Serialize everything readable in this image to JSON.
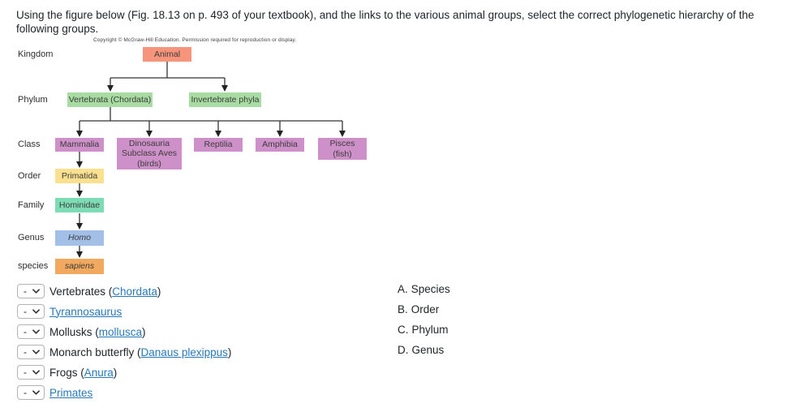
{
  "header": {
    "prompt_line1": "Using the figure below (Fig. 18.13 on p. 493 of your textbook), and the links to the various animal groups, select the correct phylogenetic hierarchy of the",
    "prompt_line2": "following groups."
  },
  "figure": {
    "copyright": "Copyright © McGraw-Hill Education. Permission required for reproduction or display.",
    "ranks": [
      "Kingdom",
      "Phylum",
      "Class",
      "Order",
      "Family",
      "Genus",
      "species"
    ],
    "nodes": {
      "animal": {
        "label": "Animal",
        "color": "#F6957B"
      },
      "vertebrata": {
        "label": "Vertebrata (Chordata)",
        "color": "#A8DCA2"
      },
      "invertebrate": {
        "label": "Invertebrate phyla",
        "color": "#A8DCA2"
      },
      "mammalia": {
        "label": "Mammalia",
        "color": "#CE90C8"
      },
      "dinosauria": {
        "line1": "Dinosauria",
        "line2": "Subclass Aves",
        "line3": "(birds)",
        "color": "#CE90C8"
      },
      "reptilia": {
        "label": "Reptilia",
        "color": "#CE90C8"
      },
      "amphibia": {
        "label": "Amphibia",
        "color": "#CE90C8"
      },
      "pisces": {
        "line1": "Pisces",
        "line2": "(fish)",
        "color": "#CE90C8"
      },
      "primatida": {
        "label": "Primatida",
        "color": "#FBE18F"
      },
      "hominidae": {
        "label": "Hominidae",
        "color": "#7EDCB4"
      },
      "homo": {
        "label": "Homo",
        "color": "#A2BFE8"
      },
      "sapiens": {
        "label": "sapiens",
        "color": "#F0A95E"
      }
    }
  },
  "questions": [
    {
      "selected": "-",
      "prefix": "Vertebrates (",
      "link": "Chordata",
      "suffix": ")"
    },
    {
      "selected": "-",
      "prefix": "",
      "link": "Tyrannosaurus",
      "suffix": ""
    },
    {
      "selected": "-",
      "prefix": "Mollusks (",
      "link": "mollusca",
      "suffix": ")"
    },
    {
      "selected": "-",
      "prefix": "Monarch butterfly (",
      "link": "Danaus plexippus",
      "suffix": ")"
    },
    {
      "selected": "-",
      "prefix": "Frogs (",
      "link": "Anura",
      "suffix": ")"
    },
    {
      "selected": "-",
      "prefix": "",
      "link": "Primates",
      "suffix": ""
    }
  ],
  "choices": [
    {
      "letter": "A.",
      "label": "Species"
    },
    {
      "letter": "B.",
      "label": "Order"
    },
    {
      "letter": "C.",
      "label": "Phylum"
    },
    {
      "letter": "D.",
      "label": "Genus"
    }
  ],
  "colors": {
    "link": "#2878B8",
    "line": "#333333",
    "text": "#212529"
  }
}
